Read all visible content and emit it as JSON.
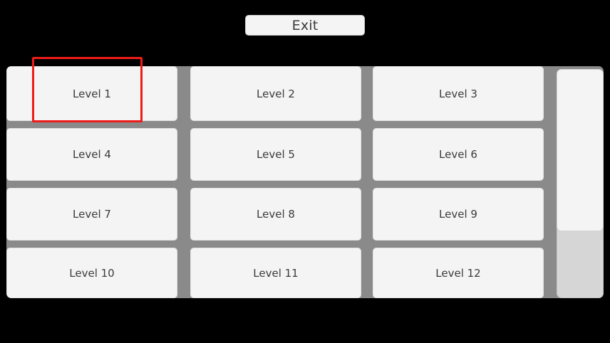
{
  "window": {
    "background_color": "#000000"
  },
  "toolbar": {
    "exit_label": "Exit"
  },
  "level_select": {
    "panel_color": "#8a8a8a",
    "button_color": "#f4f4f4",
    "text_color": "#3b3b3b",
    "buttons": [
      {
        "label": "Level 1"
      },
      {
        "label": "Level 2"
      },
      {
        "label": "Level 3"
      },
      {
        "label": "Level 4"
      },
      {
        "label": "Level 5"
      },
      {
        "label": "Level 6"
      },
      {
        "label": "Level 7"
      },
      {
        "label": "Level 8"
      },
      {
        "label": "Level 9"
      },
      {
        "label": "Level 10"
      },
      {
        "label": "Level 11"
      },
      {
        "label": "Level 12"
      }
    ]
  },
  "scrollbar": {
    "orientation": "vertical",
    "thumb_color": "#f4f4f4",
    "track_color": "#d6d6d6",
    "thumb_fraction": 0.71
  },
  "highlight": {
    "target": "Level 1",
    "color": "#ef1b1b"
  }
}
